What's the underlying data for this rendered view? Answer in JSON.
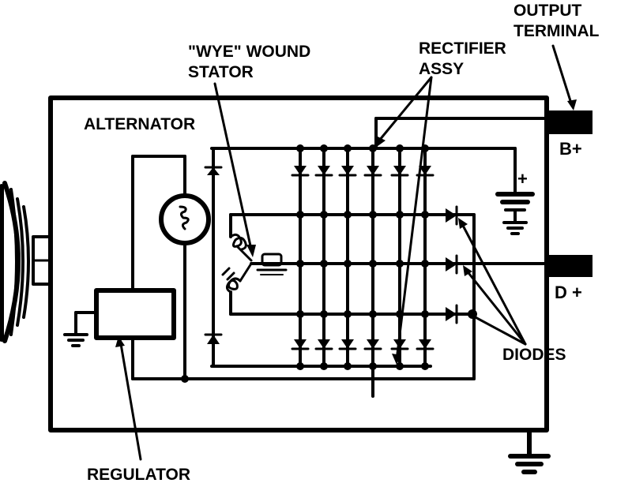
{
  "labels": {
    "output_terminal_line1": "OUTPUT",
    "output_terminal_line2": "TERMINAL",
    "wye_stator_line1": "\"WYE\" WOUND",
    "wye_stator_line2": "STATOR",
    "rectifier_line1": "RECTIFIER",
    "rectifier_line2": "ASSY",
    "alternator": "ALTERNATOR",
    "b_plus": "B+",
    "d_plus": "D +",
    "diodes": "DIODES",
    "regulator": "REGULATOR",
    "plus_sign": "+"
  }
}
